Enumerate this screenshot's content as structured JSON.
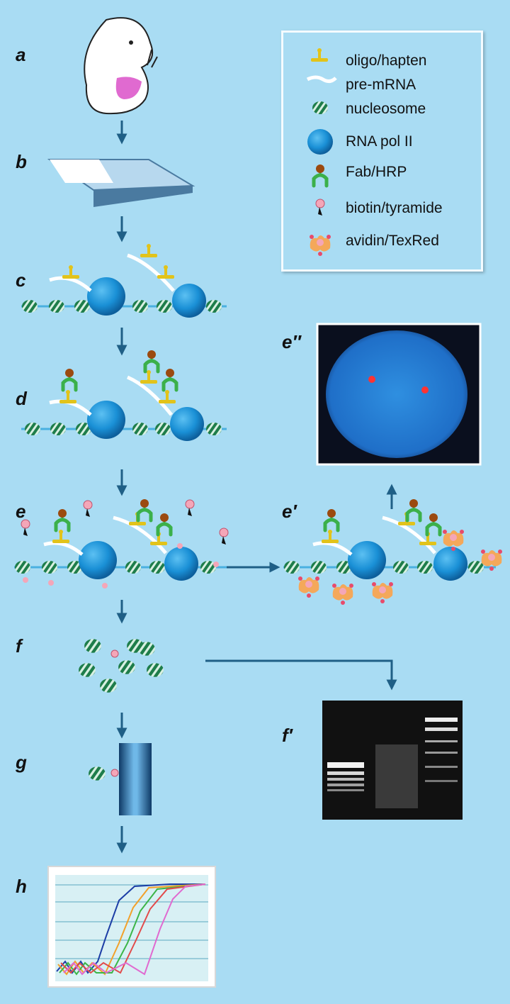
{
  "panels": {
    "a": "a",
    "b": "b",
    "c": "c",
    "d": "d",
    "e": "e",
    "e_prime": "e′",
    "e_double_prime": "e″",
    "f": "f",
    "f_prime": "f′",
    "g": "g",
    "h": "h"
  },
  "legend": {
    "items": [
      {
        "label": "oligo/hapten",
        "icon": "oligo-hapten-icon"
      },
      {
        "label": "pre-mRNA",
        "icon": "pre-mrna-icon"
      },
      {
        "label": "nucleosome",
        "icon": "nucleosome-icon"
      },
      {
        "label": "RNA pol II",
        "icon": "rna-pol-ii-icon"
      },
      {
        "label": "Fab/HRP",
        "icon": "fab-hrp-icon"
      },
      {
        "label": "biotin/tyramide",
        "icon": "biotin-tyramide-icon"
      },
      {
        "label": "avidin/TexRed",
        "icon": "avidin-texred-icon"
      }
    ]
  },
  "colors": {
    "background": "#a9dcf3",
    "arrow": "#1f5f86",
    "rna_pol": "#1a90d6",
    "nucleosome": "#1e7d4a",
    "oligo": "#e2c31a",
    "fab": "#3bb04a",
    "hrp": "#9b4a10",
    "biotin": "#f4a6b8",
    "avidin": "#f4a85a"
  }
}
